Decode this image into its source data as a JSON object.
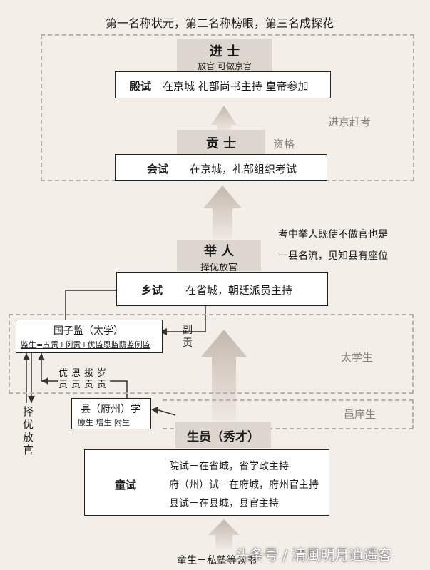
{
  "top_caption": "第一名称状元，第二名称榜眼，第三名成探花",
  "zones": {
    "jingcheng": "进京赶考",
    "taixue": "太学生",
    "yixiang": "邑庠生"
  },
  "jinshi": {
    "title": "进 士",
    "sub": "放官 可做京官",
    "exam_name": "殿试",
    "exam_desc": "在京城 礼部尚书主持 皇帝参加"
  },
  "gongshi": {
    "title": "贡 士",
    "side": "资格",
    "exam_name": "会试",
    "exam_desc": "在京城，礼部组织考试"
  },
  "juren": {
    "title": "举 人",
    "sub": "择优放官",
    "exam_name": "乡试",
    "exam_desc": "在省城，朝廷派员主持",
    "note_line1": "考中举人既使不做官也是",
    "note_line2": "一县名流，见知县有座位"
  },
  "guozijian": {
    "title": "国子监（太学）",
    "desc": "监生=五贡+例贡+优监恩监荫监例监"
  },
  "fu_gong": [
    "副",
    "贡"
  ],
  "youen": {
    "line1": "优恩拔岁",
    "line2": "贡贡贡贡"
  },
  "zeyou_vertical": [
    "择",
    "优",
    "放",
    "官"
  ],
  "xianxue": {
    "title": "县（府州）学",
    "desc": "廪生  增生  附生"
  },
  "shengyuan": {
    "title": "生员（秀才）"
  },
  "tongshi": {
    "label": "童试",
    "lines": [
      "院试－在省城，省学政主持",
      "府（州）试－在府城，府州官主持",
      "县试－在县城，县官主持"
    ]
  },
  "bottom": "童生－私塾等读书",
  "watermark": "头条号 / 清風明月逍遥客"
}
